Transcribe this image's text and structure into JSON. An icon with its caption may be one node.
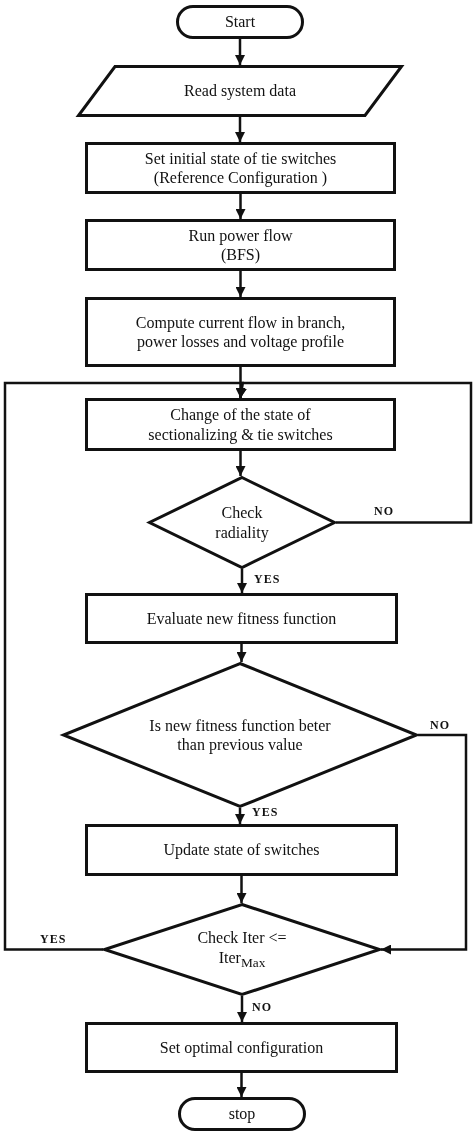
{
  "diagram": {
    "nodes": [
      {
        "text": [
          "Start"
        ]
      },
      {
        "text": [
          "Read system data"
        ]
      },
      {
        "text": [
          "Set initial state of tie switches (Reference Configuration )"
        ]
      },
      {
        "text": [
          "Run power flow (BFS)"
        ]
      },
      {
        "text": [
          "Compute current flow in branch, power losses and voltage profile"
        ]
      },
      {
        "text": [
          "Change of the state of sectionalizing & tie switches"
        ]
      },
      {
        "text": [
          "Check radiality"
        ]
      },
      {
        "text": [
          "Evaluate new fitness function"
        ]
      },
      {
        "text": [
          "Is new fitness function beter than previous value"
        ]
      },
      {
        "text": [
          "Update state of switches"
        ]
      },
      {
        "text": [
          "Check Iter <= Iter$_{Max}$"
        ]
      },
      {
        "text": [
          "Set optimal configuration"
        ]
      },
      {
        "text": [
          "stop"
        ]
      }
    ],
    "edges": [
      {
        "from": 0,
        "to": 1,
        "arrow": "to"
      },
      {
        "from": 1,
        "to": 2,
        "arrow": "to"
      },
      {
        "from": 2,
        "to": 3,
        "arrow": "to"
      },
      {
        "from": 3,
        "to": 4,
        "arrow": "to"
      },
      {
        "from": 4,
        "to": 5,
        "arrow": "to"
      },
      {
        "from": 5,
        "to": 6,
        "arrow": "to"
      },
      {
        "from": 6,
        "to": 7,
        "arrow": "to",
        "label": "YES"
      },
      {
        "from": 6,
        "to": 5,
        "arrow": "to",
        "label": "NO"
      },
      {
        "from": 7,
        "to": 8,
        "arrow": "to"
      },
      {
        "from": 8,
        "to": 9,
        "arrow": "to",
        "label": "YES"
      },
      {
        "from": 8,
        "to": 10,
        "arrow": "to",
        "label": "NO"
      },
      {
        "from": 9,
        "to": 10,
        "arrow": "to"
      },
      {
        "from": 10,
        "to": 5,
        "arrow": "to",
        "label": "YES"
      },
      {
        "from": 10,
        "to": 11,
        "arrow": "to",
        "label": "NO"
      },
      {
        "from": 11,
        "to": 12,
        "arrow": "to"
      }
    ]
  }
}
